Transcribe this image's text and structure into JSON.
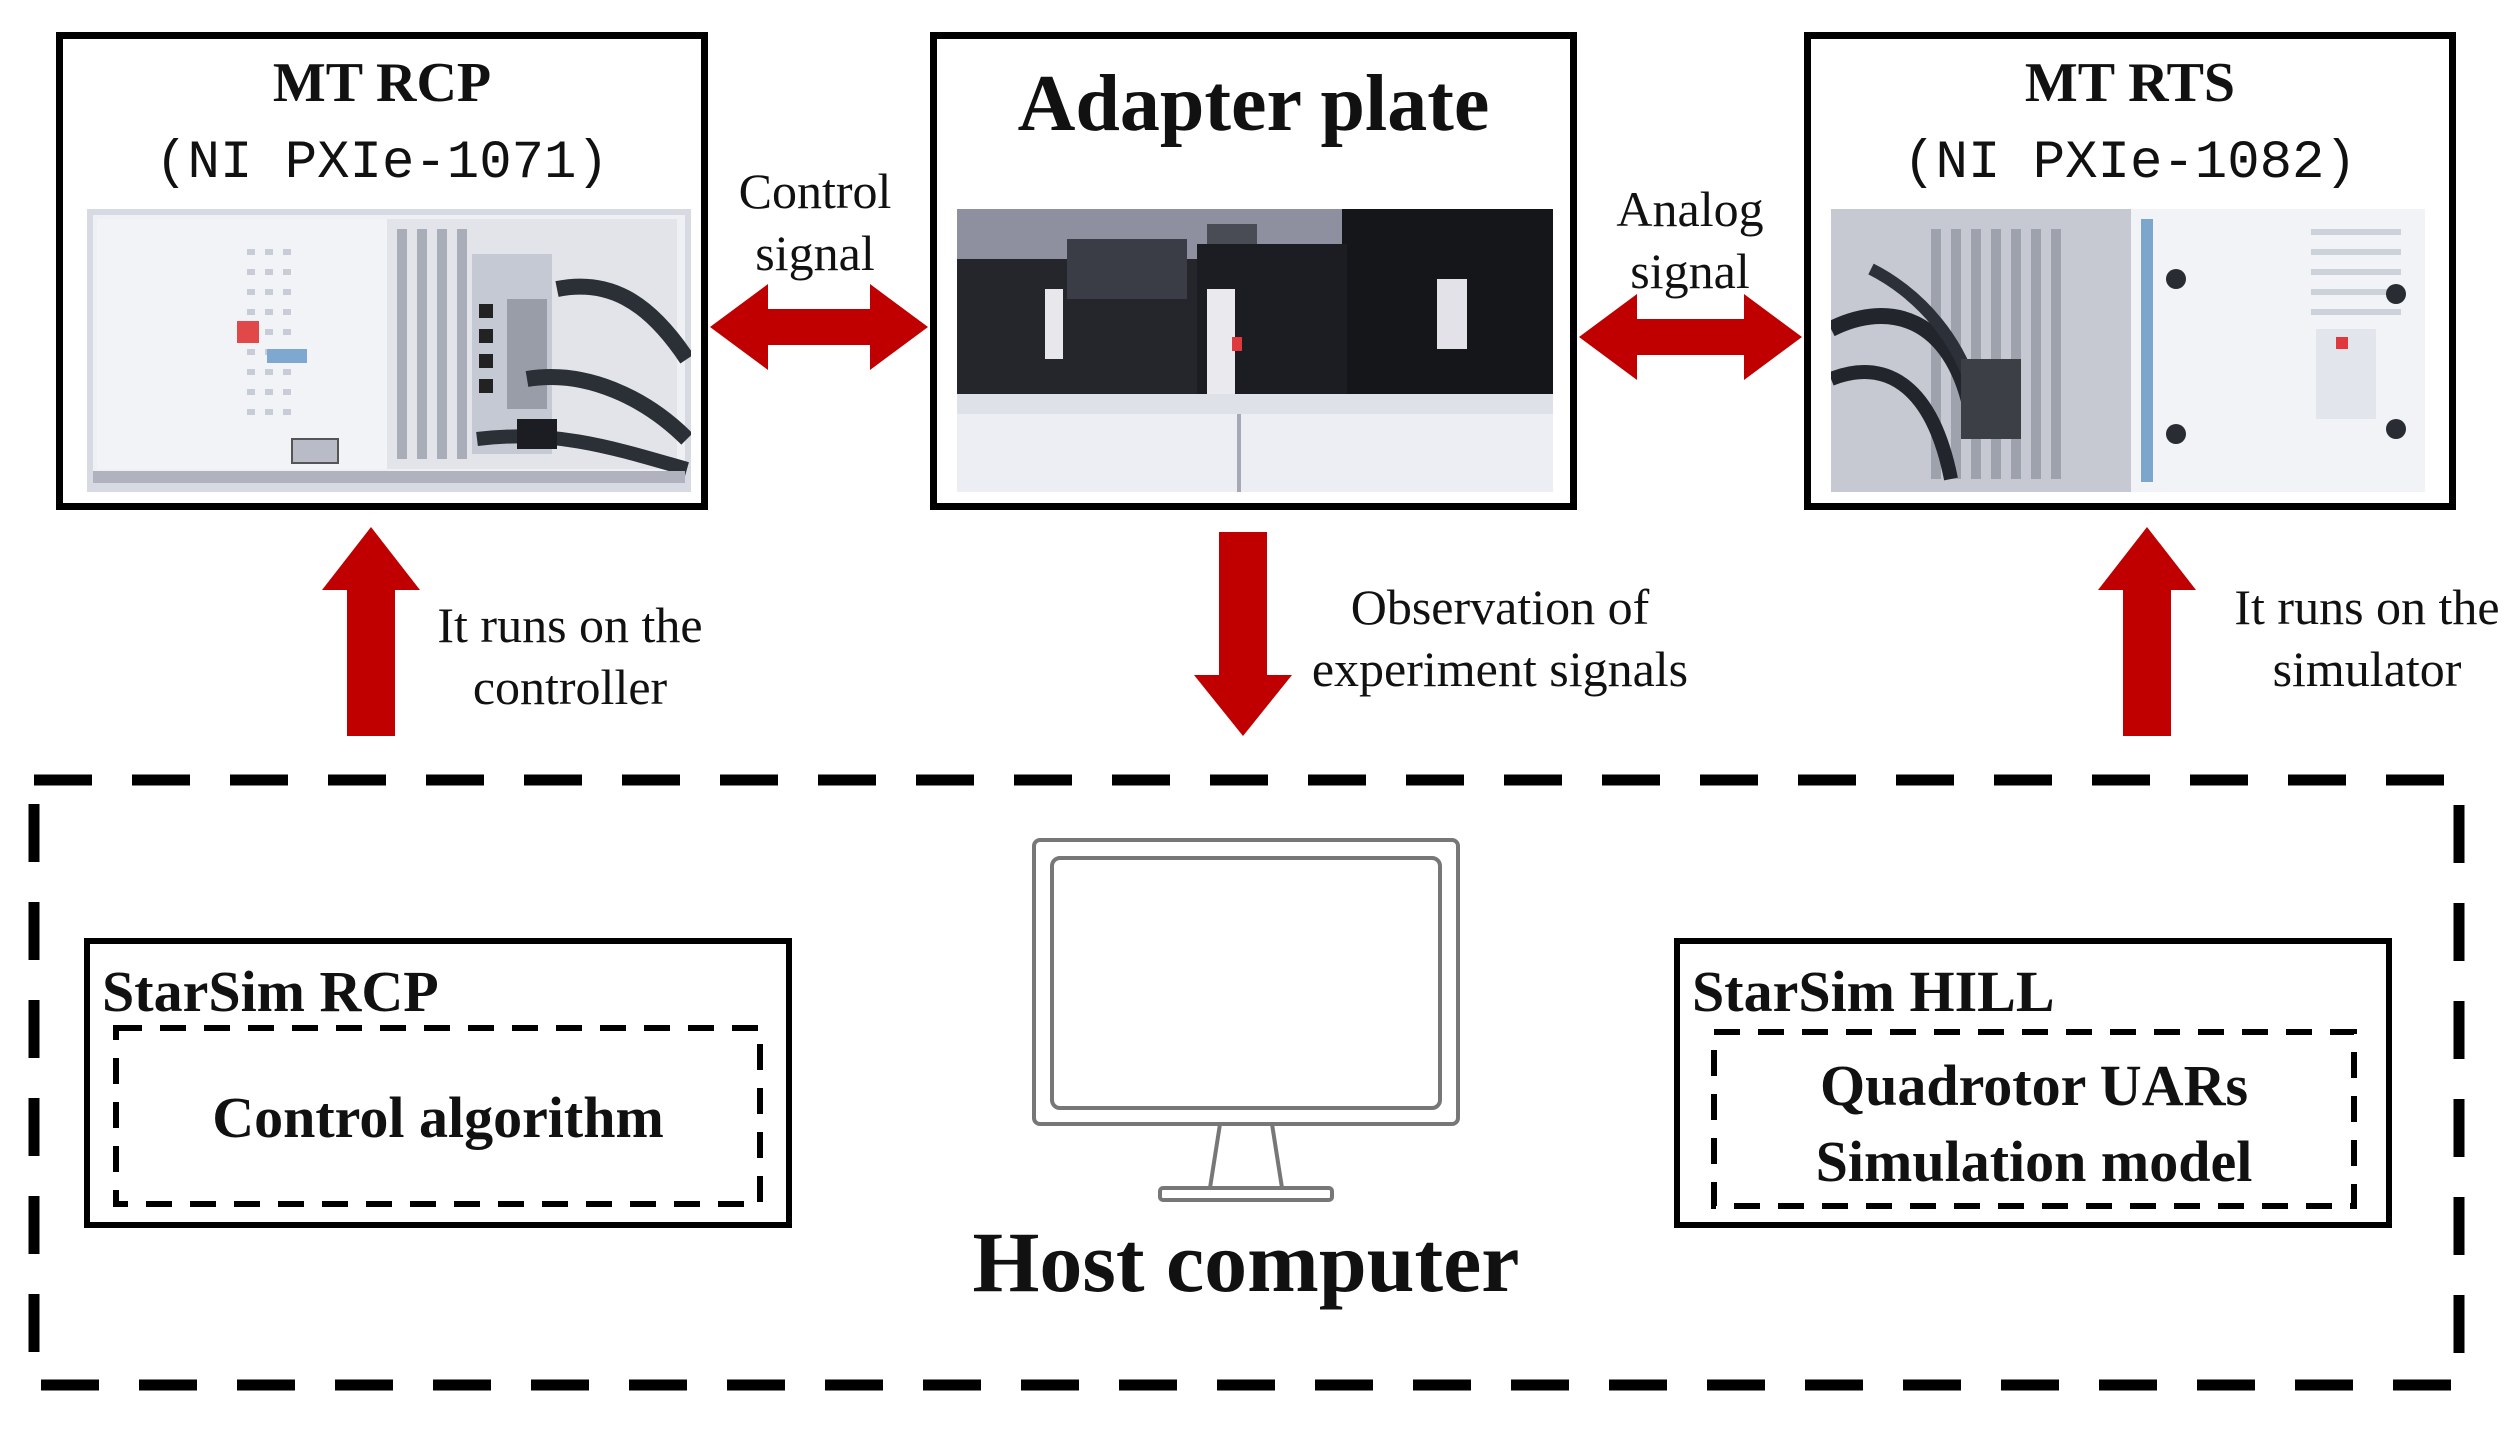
{
  "devices": {
    "rcp": {
      "title": "MT RCP",
      "model": "(NI PXIe-1071)"
    },
    "adapter": {
      "title": "Adapter plate"
    },
    "rts": {
      "title": "MT RTS",
      "model": "(NI PXIe-1082)"
    }
  },
  "links": {
    "control_signal": [
      "Control",
      "signal"
    ],
    "analog_signal": [
      "Analog",
      "signal"
    ],
    "runs_controller": [
      "It runs on the",
      "controller"
    ],
    "observation": [
      "Observation of",
      "experiment signals"
    ],
    "runs_simulator": [
      "It runs on the",
      "simulator"
    ]
  },
  "host": {
    "label": "Host computer",
    "rcp_box": {
      "title": "StarSim RCP",
      "inner": "Control algorithm"
    },
    "hill_box": {
      "title": "StarSim HILL",
      "inner_lines": [
        "Quadrotor UARs",
        "Simulation model"
      ]
    }
  },
  "colors": {
    "arrow": "#c00000",
    "line": "#000000"
  },
  "icons": {
    "monitor": "monitor-icon"
  }
}
